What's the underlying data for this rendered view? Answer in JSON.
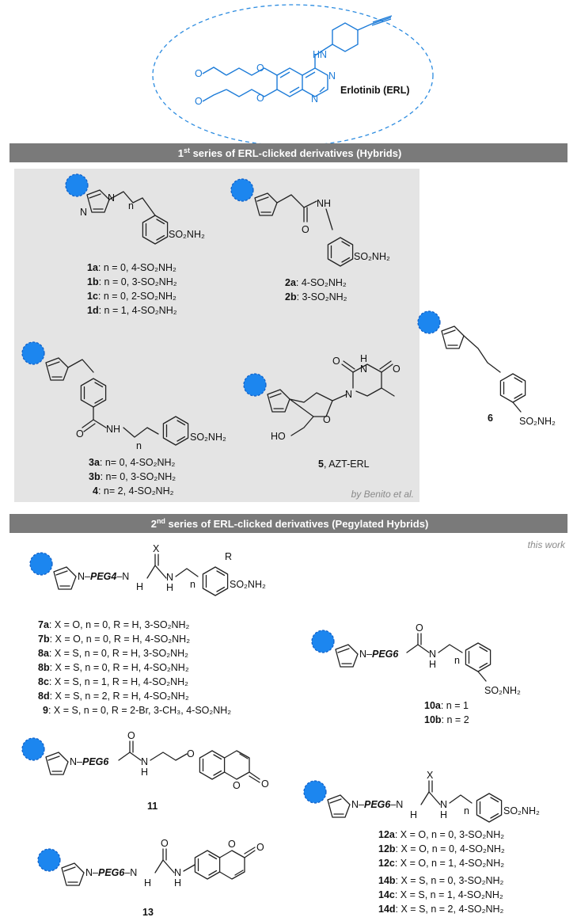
{
  "header": {
    "erlotinib_label": "Erlotinib (ERL)",
    "atoms": {
      "hn": "HN",
      "o": "O",
      "n": "N"
    }
  },
  "series1": {
    "title_pre": "1",
    "title_sup": "st",
    "title_post": " series of ERL-clicked derivatives (Hybrids)",
    "credit": "by Benito et al.",
    "group1": [
      {
        "id": "1a",
        "rest": ": n = 0, 4-SO₂NH₂"
      },
      {
        "id": "1b",
        "rest": ": n = 0, 3-SO₂NH₂"
      },
      {
        "id": "1c",
        "rest": ": n = 0, 2-SO₂NH₂"
      },
      {
        "id": "1d",
        "rest": ": n = 1, 4-SO₂NH₂"
      }
    ],
    "group2": [
      {
        "id": "2a",
        "rest": ": 4-SO₂NH₂"
      },
      {
        "id": "2b",
        "rest": ": 3-SO₂NH₂"
      }
    ],
    "group3": [
      {
        "id": "3a",
        "rest": ": n= 0, 4-SO₂NH₂"
      },
      {
        "id": "3b",
        "rest": ": n= 0, 3-SO₂NH₂"
      },
      {
        "id": "4",
        "rest": ": n= 2, 4-SO₂NH₂"
      }
    ],
    "cmpd5": {
      "id": "5",
      "rest": ", AZT-ERL"
    },
    "cmpd6": {
      "id": "6"
    }
  },
  "series2": {
    "title_pre": "2",
    "title_sup": "nd",
    "title_post": " series of ERL-clicked derivatives (Pegylated Hybrids)",
    "credit": "this work",
    "group7": [
      {
        "id": "7a",
        "rest": ": X = O, n = 0, R = H, 3-SO₂NH₂"
      },
      {
        "id": "7b",
        "rest": ": X = O, n = 0, R = H, 4-SO₂NH₂"
      },
      {
        "id": "8a",
        "rest": ": X = S, n = 0, R = H, 3-SO₂NH₂"
      },
      {
        "id": "8b",
        "rest": ": X = S, n = 0, R = H, 4-SO₂NH₂"
      },
      {
        "id": "8c",
        "rest": ": X = S, n = 1, R = H, 4-SO₂NH₂"
      },
      {
        "id": "8d",
        "rest": ": X = S, n = 2, R = H, 4-SO₂NH₂"
      },
      {
        "id": "9",
        "rest": ": X = S, n = 0, R = 2-Br, 3-CH₃, 4-SO₂NH₂"
      }
    ],
    "group10": [
      {
        "id": "10a",
        "rest": ": n = 1"
      },
      {
        "id": "10b",
        "rest": ": n = 2"
      }
    ],
    "cmpd11": {
      "id": "11"
    },
    "group12": [
      {
        "id": "12a",
        "rest": ": X = O, n = 0, 3-SO₂NH₂"
      },
      {
        "id": "12b",
        "rest": ": X = O, n = 0, 4-SO₂NH₂"
      },
      {
        "id": "12c",
        "rest": ": X = O, n = 1, 4-SO₂NH₂"
      }
    ],
    "group14": [
      {
        "id": "14b",
        "rest": ": X = S, n = 0, 3-SO₂NH₂"
      },
      {
        "id": "14c",
        "rest": ": X = S, n = 1, 4-SO₂NH₂"
      },
      {
        "id": "14d",
        "rest": ": X = S, n = 2, 4-SO₂NH₂"
      }
    ],
    "cmpd13": {
      "id": "13"
    }
  },
  "atom_labels": {
    "N": "N",
    "NH": "NH",
    "H": "H",
    "O": "O",
    "X": "X",
    "R": "R",
    "n": "n",
    "HO": "HO",
    "SO2NH2": "SO₂NH₂",
    "PEG4": "PEG4",
    "PEG6": "PEG6",
    "NH_after_peg": "–N",
    "dash": "–"
  },
  "colors": {
    "erl_blue": "#1c7bd8",
    "dot_blue": "#1c86ef",
    "bar_gray": "#7a7a7a",
    "panel_gray": "#e4e4e4"
  }
}
